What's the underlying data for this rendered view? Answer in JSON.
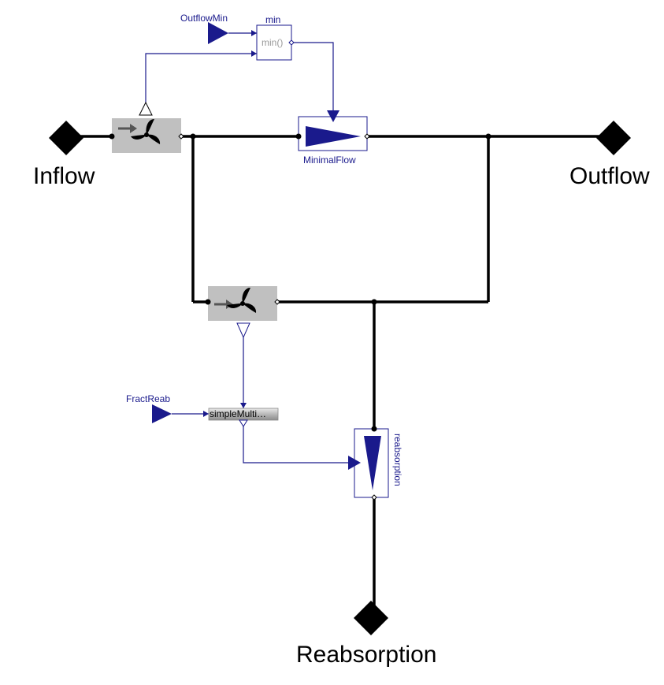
{
  "ports": {
    "inflow": "Inflow",
    "outflow": "Outflow",
    "reabsorption": "Reabsorption"
  },
  "blocks": {
    "outflow_min": "OutflowMin",
    "min_title": "min",
    "min_func": "min()",
    "minimal_flow": "MinimalFlow",
    "fract_reab": "FractReab",
    "simple_multiply": "simpleMulti…",
    "reabsorption": "reabsorption"
  },
  "colors": {
    "wire": "#000000",
    "signal": "#1a1a8c",
    "block_fill": "#c0c0c0",
    "port": "#000000"
  },
  "icons": [
    "pump-icon",
    "pump-icon",
    "flow-triangle-icon",
    "input-triangle-icon",
    "diamond-port-icon"
  ]
}
